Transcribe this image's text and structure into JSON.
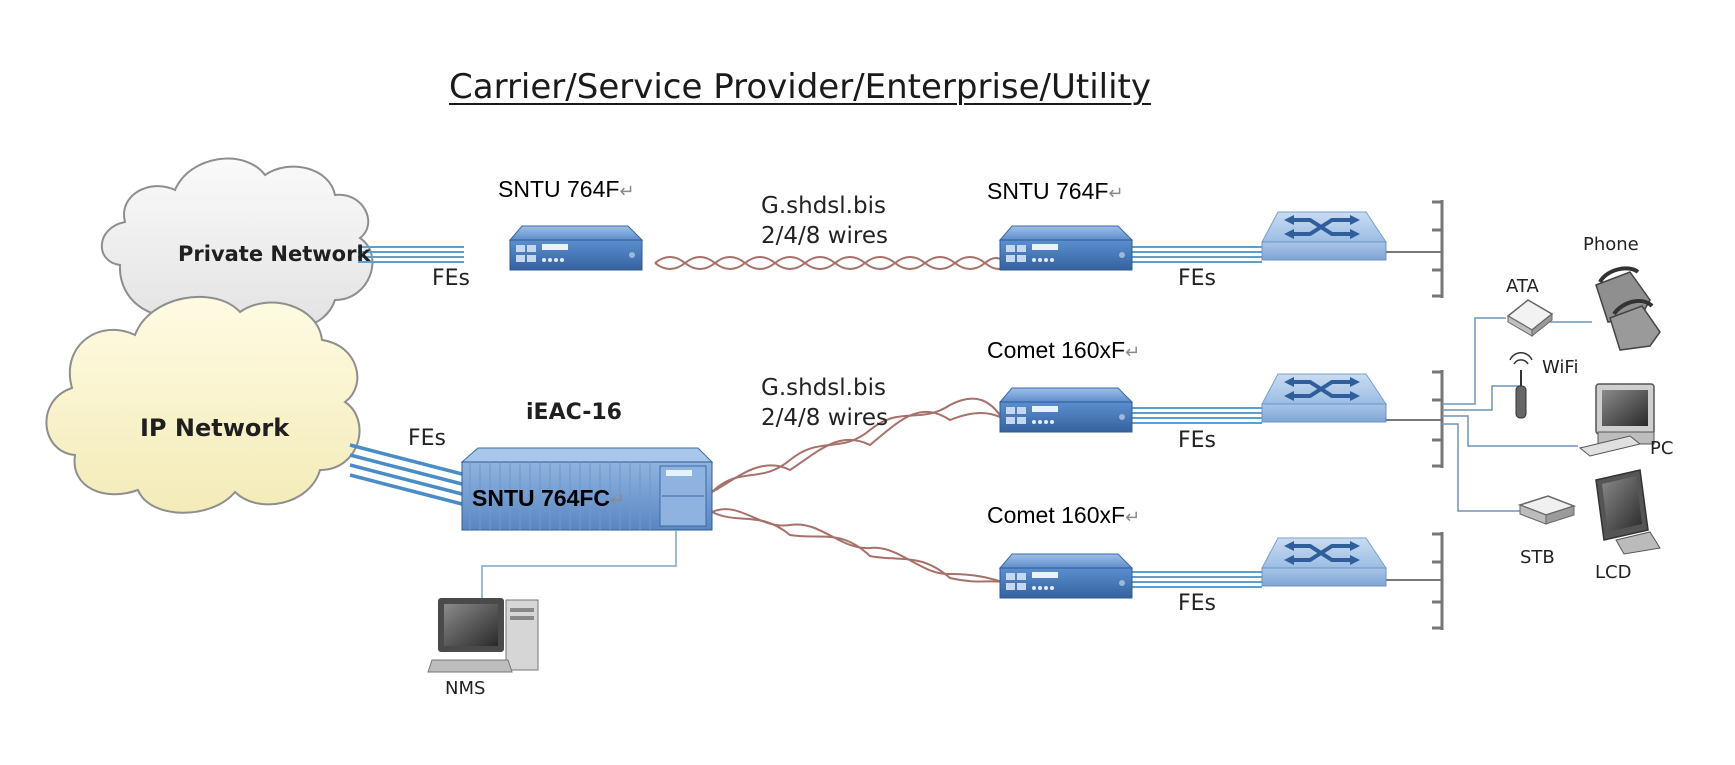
{
  "title": "Carrier/Service Provider/Enterprise/Utility",
  "clouds": {
    "private": "Private Network",
    "ip": "IP Network"
  },
  "devices": {
    "sntu_left": "SNTU 764F",
    "sntu_right": "SNTU 764F",
    "comet_top": "Comet 160xF",
    "comet_bottom": "Comet 160xF",
    "ieac_title": "iEAC-16",
    "ieac_inner": "SNTU 764FC"
  },
  "return_glyph": "↵",
  "links": {
    "top": {
      "line1": "G.shdsl.bis",
      "line2": "2/4/8 wires"
    },
    "middle": {
      "line1": "G.shdsl.bis",
      "line2": "2/4/8 wires"
    }
  },
  "fes_label": "FEs",
  "endpoints": {
    "ata": "ATA",
    "phone": "Phone",
    "wifi": "WiFi",
    "pc": "PC",
    "stb": "STB",
    "lcd": "LCD",
    "nms": "NMS"
  },
  "colors": {
    "device_blue": "#4d7fc0",
    "fe_line": "#5b9fd0",
    "twisted_pair": "#a8706a",
    "private_cloud": "#f0f0f0",
    "ip_cloud": "#fbf6d2"
  }
}
